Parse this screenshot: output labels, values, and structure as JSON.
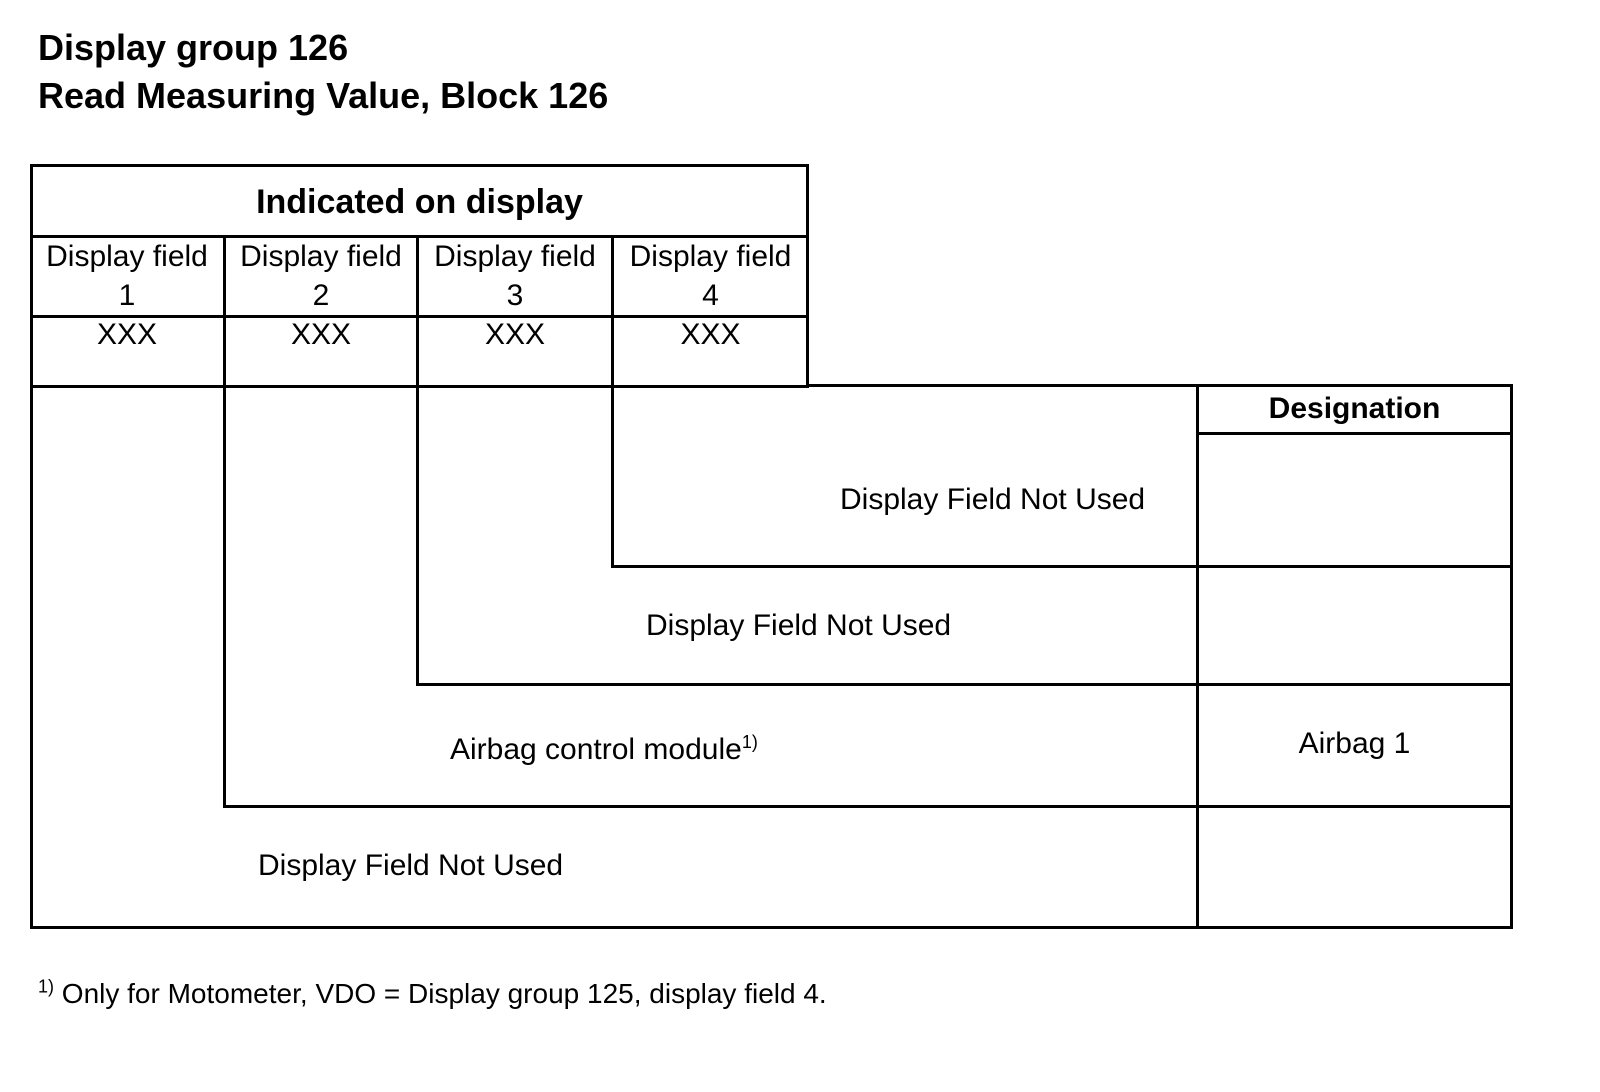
{
  "header": {
    "title_line1": "Display group 126",
    "title_line2": "Read Measuring Value, Block 126"
  },
  "table": {
    "header_main": "Indicated on display",
    "fields": [
      {
        "label": "Display field",
        "number": "1",
        "value": "XXX"
      },
      {
        "label": "Display field",
        "number": "2",
        "value": "XXX"
      },
      {
        "label": "Display field",
        "number": "3",
        "value": "XXX"
      },
      {
        "label": "Display field",
        "number": "4",
        "value": "XXX"
      }
    ],
    "designation_header": "Designation",
    "rows": [
      {
        "description": "Display Field Not Used",
        "designation": ""
      },
      {
        "description": "Display Field Not Used",
        "designation": ""
      },
      {
        "description": "Airbag control module",
        "footnote_mark": "1)",
        "designation": "Airbag 1"
      },
      {
        "description": "Display Field Not Used",
        "designation": ""
      }
    ]
  },
  "footnote": {
    "mark": "1)",
    "text": "Only for Motometer, VDO = Display group 125, display field 4."
  }
}
